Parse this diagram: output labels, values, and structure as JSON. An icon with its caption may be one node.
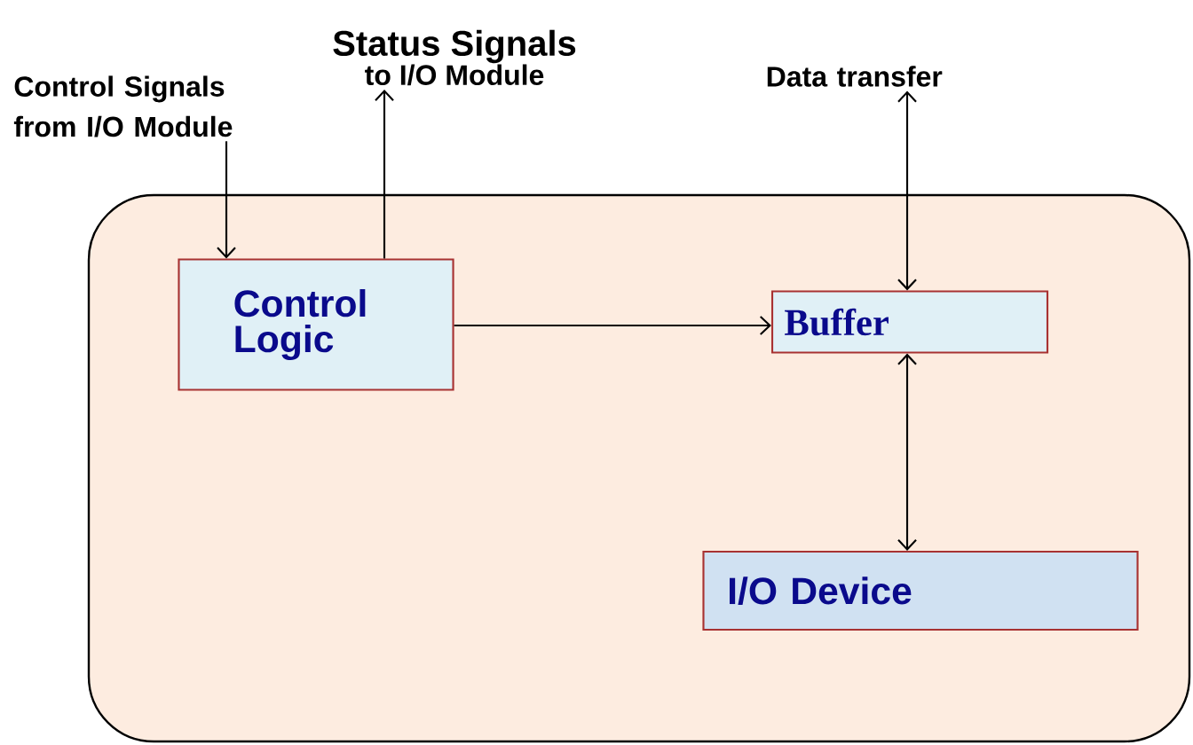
{
  "diagram": {
    "nodes": [
      {
        "text": [],
        "shape": "box"
      },
      {
        "text": [
          "Control Logic"
        ],
        "in": 0
      },
      {
        "text": [
          "Buffer"
        ],
        "in": 0
      },
      {
        "text": [
          "I/O Device"
        ],
        "in": 0
      },
      {
        "text": [
          "Control Signals from I/O Module"
        ]
      },
      {
        "text": [
          "Status Signals",
          "to I/O Module"
        ]
      },
      {
        "text": [
          "Data transfer"
        ]
      }
    ],
    "edges": [
      {
        "from": 4,
        "to": 1,
        "arrow": "to"
      },
      {
        "from": 1,
        "to": 5,
        "arrow": "to"
      },
      {
        "from": 1,
        "to": 2,
        "arrow": "to"
      },
      {
        "from": 6,
        "to": 2,
        "arrow": "both"
      },
      {
        "from": 2,
        "to": 3,
        "arrow": "both"
      }
    ]
  }
}
